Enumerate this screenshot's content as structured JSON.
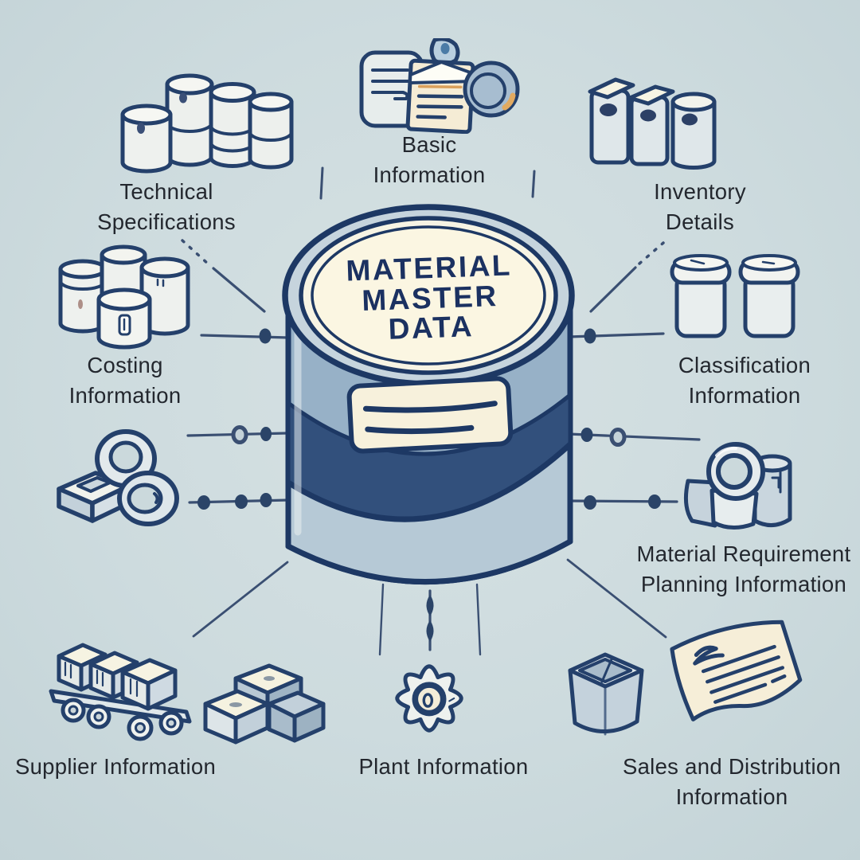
{
  "diagram_title": "Material Master Data",
  "center_database": {
    "title_line1": "MATERIAL",
    "title_line2": "MASTER",
    "title_line3": "DATA"
  },
  "nodes": [
    {
      "id": "technical-specifications",
      "icon": "barrels-icon",
      "line1": "Technical",
      "line2": "Specifications"
    },
    {
      "id": "basic-information",
      "icon": "documents-and-disc-icon",
      "line1": "Basic",
      "line2": "Information"
    },
    {
      "id": "inventory-details",
      "icon": "binders-icon",
      "line1": "Inventory",
      "line2": "Details"
    },
    {
      "id": "costing-information",
      "icon": "cans-icon",
      "line1": "Costing",
      "line2": "Information"
    },
    {
      "id": "classification-information",
      "icon": "jars-icon",
      "line1": "Classification",
      "line2": "Information"
    },
    {
      "id": "material-requirement-planning",
      "icon": "tape-rolls-icon",
      "line1": "Material Requirement",
      "line2": "Planning Information"
    },
    {
      "id": "supplier-information",
      "icon": "cart-with-boxes-icon",
      "line1": "Supplier Information",
      "line2": ""
    },
    {
      "id": "plant-information",
      "icon": "gear-icon",
      "line1": "Plant Information",
      "line2": ""
    },
    {
      "id": "sales-and-distribution",
      "icon": "document-and-bin-icon",
      "line1": "Sales and Distribution",
      "line2": "Information"
    }
  ],
  "unlabeled_icons": [
    {
      "id": "seal-rings-and-box-icon"
    },
    {
      "id": "boxes-stack-icon"
    }
  ],
  "colors": {
    "background": "#cddbde",
    "outline_navy": "#24406b",
    "cylinder_band": "#32507c",
    "cylinder_body_upper": "#97b1c7",
    "cylinder_body_lower": "#b6c9d6",
    "cream": "#fbf6e2",
    "label_text": "#23272e",
    "connector": "#3a4f72",
    "title_text": "#1b3161"
  }
}
